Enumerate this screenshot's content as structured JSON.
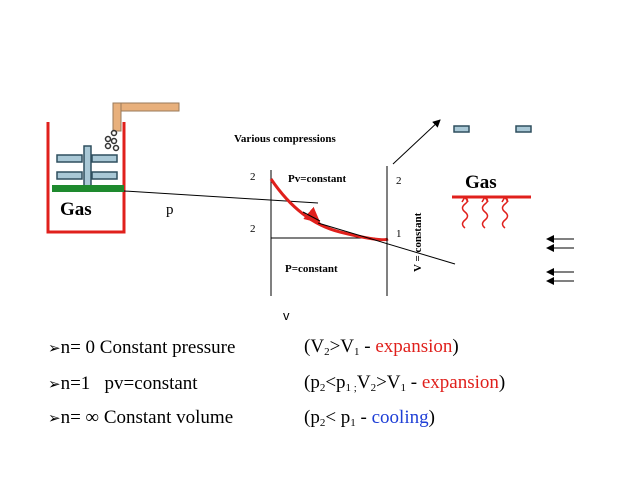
{
  "diagram": {
    "piston_gas_label": "Gas",
    "p_label": "p",
    "title": "Various compressions",
    "left_graph_top_tick": "2",
    "left_graph_mid_tick": "2",
    "pv_label": "Pv=constant",
    "p_constant_label": "P=constant",
    "v_axis_label": "v",
    "right_graph_top_tick": "2",
    "right_graph_point": "1",
    "v_constant_label": "V = constant",
    "right_gas_label": "Gas"
  },
  "bullets": [
    {
      "arrow": "➢",
      "text": "n= 0 Constant pressure"
    },
    {
      "arrow": "➢",
      "text": "n=1   pv=constant"
    },
    {
      "arrow": "➢",
      "text": "n= ∞ Constant volume"
    }
  ],
  "relations": {
    "r1": {
      "open": "(V",
      "s1": "2",
      "mid": ">V",
      "s2": "1",
      "dash": " - ",
      "colored": "expansion",
      "close": ")"
    },
    "r2": {
      "open": "(p",
      "s1": "2",
      "mid": "<p",
      "s2": "1 ;",
      "mid2": "V",
      "s3": "2",
      "mid3": ">V",
      "s4": "1",
      "dash": " - ",
      "colored": "expansion",
      "close": ")"
    },
    "r3": {
      "open": "(p",
      "s1": "2",
      "mid": "< p",
      "s2": "1",
      "dash": " - ",
      "colored": "cooling",
      "close": ")"
    }
  },
  "colors": {
    "red": "#e0201c",
    "blue": "#1f3fd6",
    "green": "#1e8a2e",
    "teal": "#2f6f7f",
    "handle": "#e0a468"
  }
}
